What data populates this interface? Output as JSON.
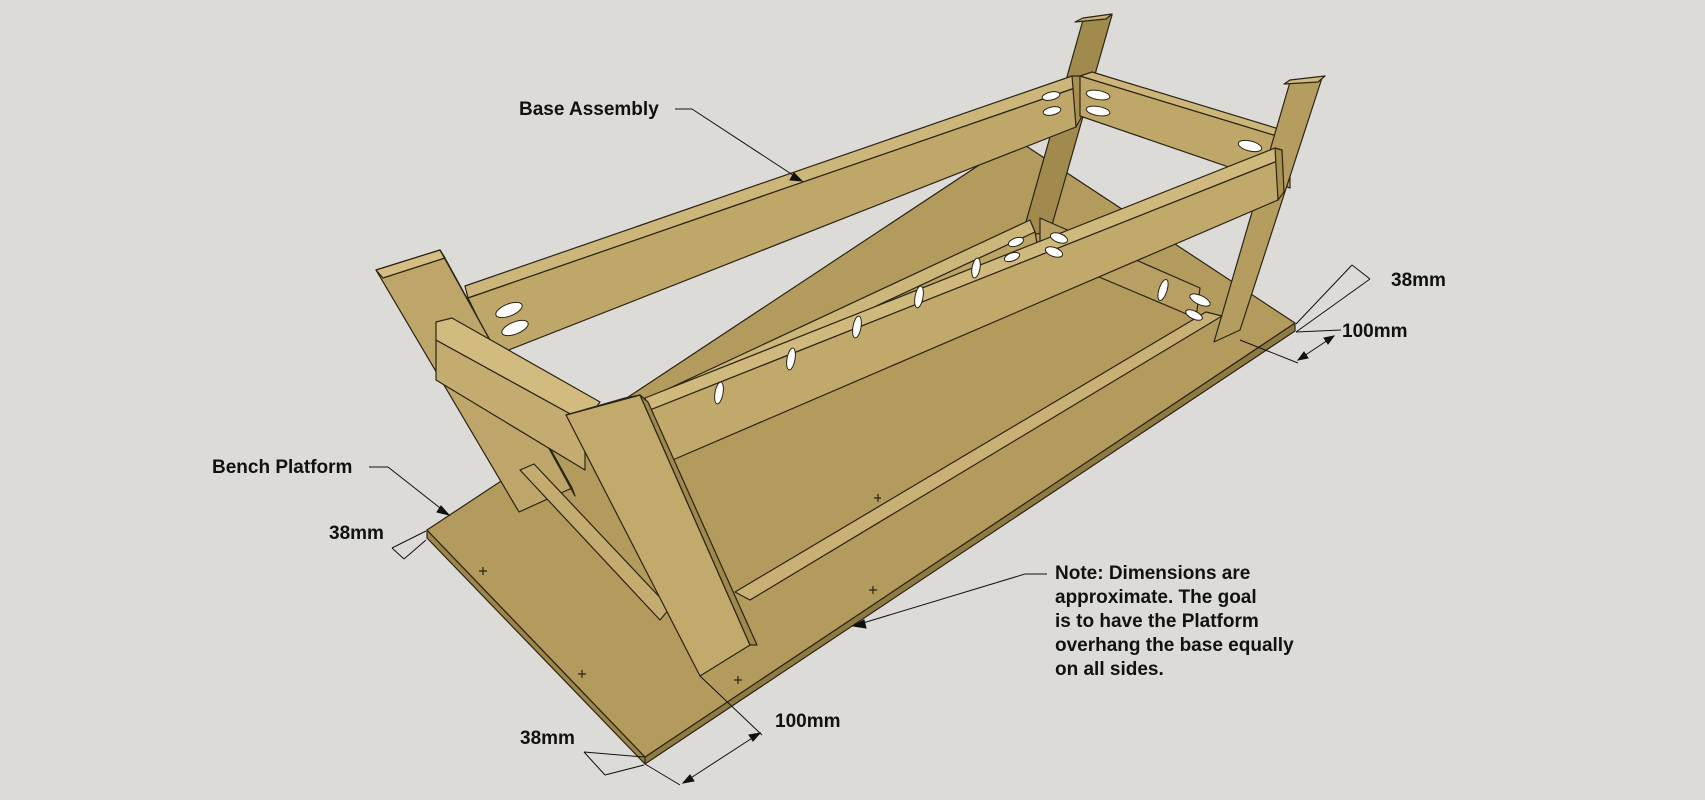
{
  "labels": {
    "base_assembly": "Base Assembly",
    "bench_platform": "Bench Platform"
  },
  "dimensions": {
    "top_right_thickness": "38mm",
    "top_right_overhang": "100mm",
    "left_thickness": "38mm",
    "bottom_thickness": "38mm",
    "bottom_overhang": "100mm"
  },
  "note": {
    "lines": [
      "Note: Dimensions are",
      "approximate. The goal",
      "is to have the Platform",
      "overhang the base equally",
      "on all sides."
    ]
  },
  "colors": {
    "background": "#dcdbd7",
    "wood_top": "#c4ac70",
    "wood_side": "#a8904f",
    "wood_dark": "#8e7a43",
    "outline": "#2a2414",
    "pocket_hole": "#ffffff",
    "text": "#111111"
  }
}
